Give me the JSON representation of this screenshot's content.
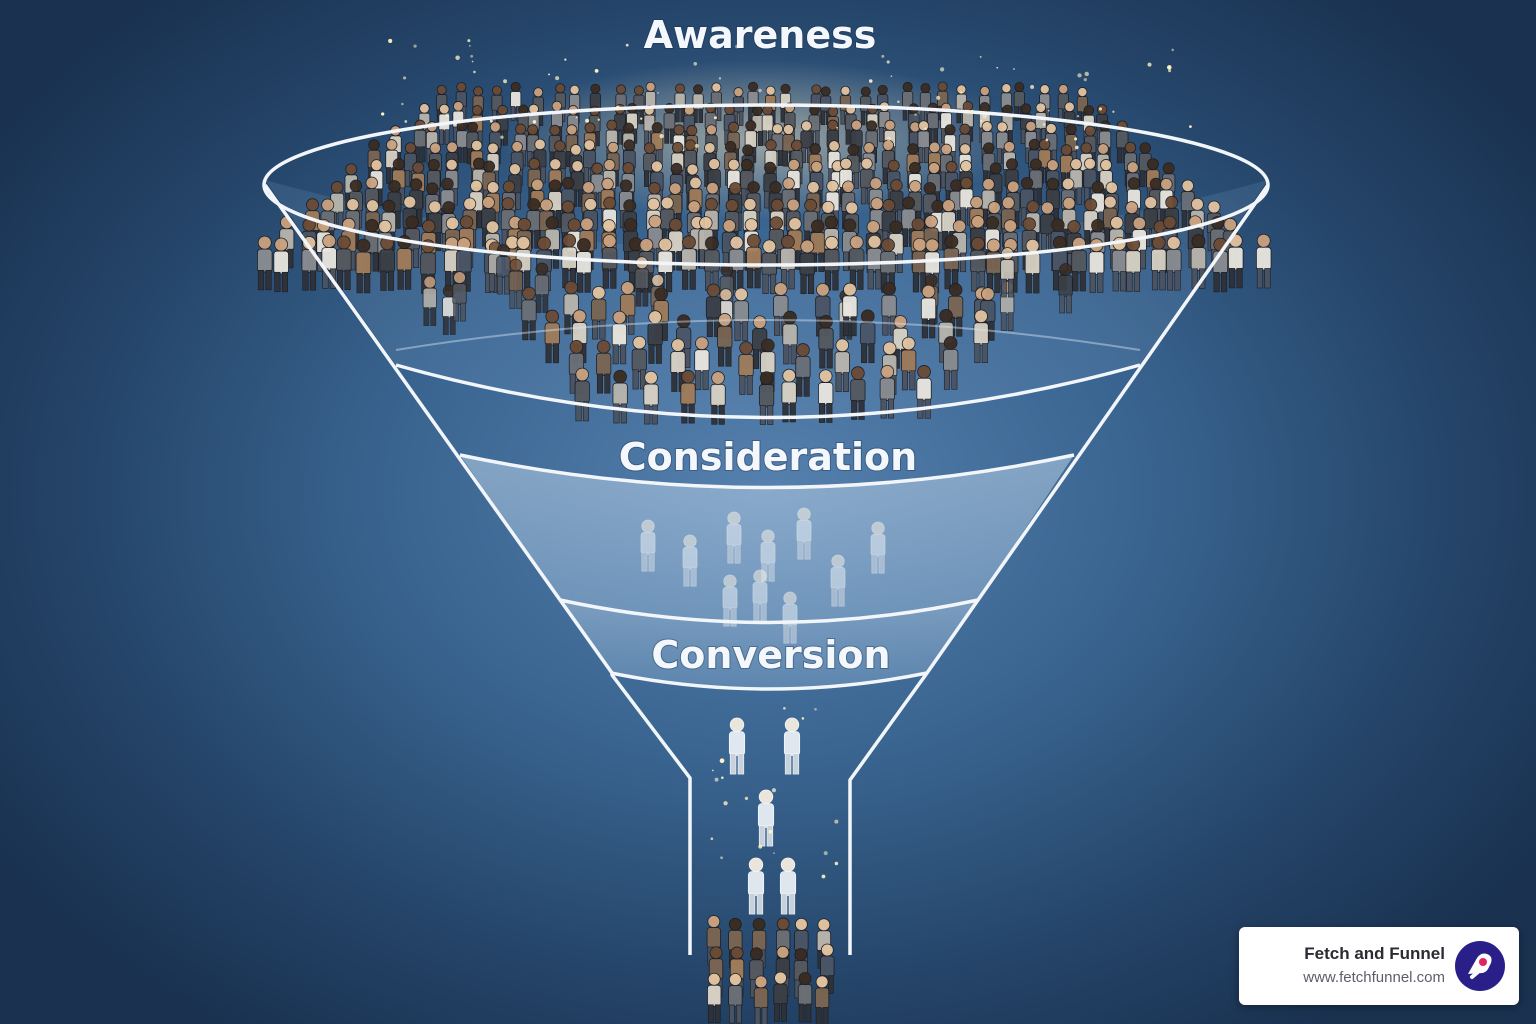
{
  "stages": [
    {
      "label": "Awareness"
    },
    {
      "label": "Consideration"
    },
    {
      "label": "Conversion"
    }
  ],
  "brand": {
    "name": "Fetch and Funnel",
    "url": "www.fetchfunnel.com",
    "logo_icon": "fetch-funnel-logo-icon",
    "logo_color": "#2a1f88"
  },
  "colors": {
    "background": "#2f5680",
    "funnel_outline": "#f2f6fb",
    "sparkle": "#fff3c4"
  }
}
